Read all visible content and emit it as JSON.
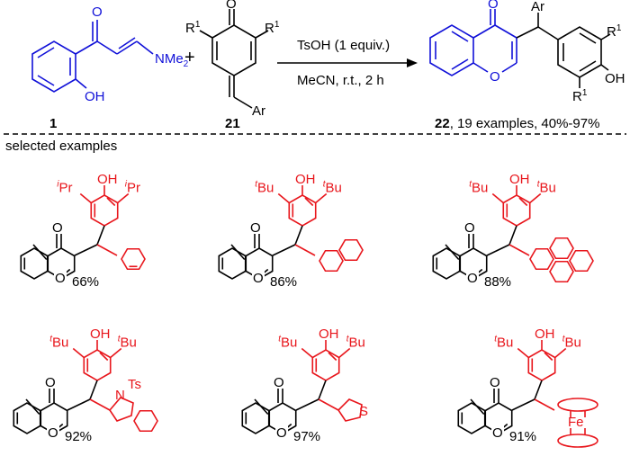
{
  "colors": {
    "blue": "#1010d8",
    "red": "#e8161c",
    "black": "#000000"
  },
  "reaction": {
    "compound1": {
      "number": "1",
      "nme2": "NMe",
      "nme2_sub": "2",
      "oh": "OH",
      "o": "O"
    },
    "plus": "+",
    "compound21": {
      "number": "21",
      "r1_left": "R",
      "r1_right": "R",
      "r1_sup": "1",
      "o": "O",
      "ar": "Ar"
    },
    "conditions": {
      "reagent": "TsOH (1 equiv.)",
      "solvent": "MeCN, r.t., 2 h"
    },
    "product": {
      "number": "22",
      "summary": ", 19 examples, 40%-97%",
      "ar": "Ar",
      "o_top": "O",
      "o_ring": "O",
      "r1": "R",
      "r1_sup": "1",
      "oh": "OH"
    }
  },
  "section_label": "selected examples",
  "examples": [
    {
      "yield": "66%",
      "sub_left": "i",
      "sub_left_rest": "Pr",
      "sub_right": "i",
      "sub_right_rest": "Pr"
    },
    {
      "yield": "86%",
      "sub_left": "t",
      "sub_left_rest": "Bu",
      "sub_right": "t",
      "sub_right_rest": "Bu"
    },
    {
      "yield": "88%",
      "sub_left": "t",
      "sub_left_rest": "Bu",
      "sub_right": "t",
      "sub_right_rest": "Bu"
    },
    {
      "yield": "92%",
      "sub_left": "t",
      "sub_left_rest": "Bu",
      "sub_right": "t",
      "sub_right_rest": "Bu",
      "hetero_n": "N",
      "hetero_ts": "Ts"
    },
    {
      "yield": "97%",
      "sub_left": "t",
      "sub_left_rest": "Bu",
      "sub_right": "t",
      "sub_right_rest": "Bu",
      "hetero_s": "S"
    },
    {
      "yield": "91%",
      "sub_left": "t",
      "sub_left_rest": "Bu",
      "sub_right": "t",
      "sub_right_rest": "Bu",
      "metal": "Fe"
    }
  ],
  "ring_labels": {
    "oh": "OH",
    "o": "O"
  }
}
